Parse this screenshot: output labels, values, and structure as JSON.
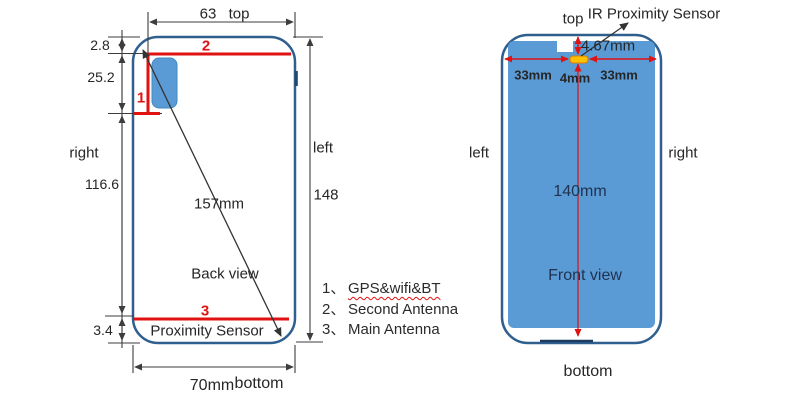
{
  "meta": {
    "title": "Phone antenna location diagram"
  },
  "colors": {
    "outline": "#2e5f8e",
    "screen_fill": "#5b9bd5",
    "accent_red": "#e01212",
    "dim_line": "#3d3d3d",
    "sensor_fill": "#ffc000"
  },
  "back_view": {
    "title": "Back view",
    "top_dim": "63",
    "top_side": "top",
    "dim_2_8": "2.8",
    "dim_25_2": "25.2",
    "side_right": "right",
    "dim_116_6": "116.6",
    "dim_3_4": "3.4",
    "diagonal_dim": "157mm",
    "side_left": "left",
    "dim_148": "148",
    "proximity_label": "Proximity Sensor",
    "bottom_dim": "70mm",
    "bottom_side": "bottom",
    "marker_1": "1",
    "marker_2": "2",
    "marker_3": "3"
  },
  "legend": {
    "items": [
      {
        "num": "1、",
        "label": "GPS&wifi&BT"
      },
      {
        "num": "2、",
        "label": "Second Antenna"
      },
      {
        "num": "3、",
        "label": "Main Antenna"
      }
    ]
  },
  "front_view": {
    "title": "Front view",
    "top_side": "top",
    "sensor_label": "IR Proximity Sensor",
    "dim_4_67": "4.67mm",
    "dim_33_left": "33mm",
    "dim_4": "4mm",
    "dim_33_right": "33mm",
    "side_left": "left",
    "side_right": "right",
    "dim_140": "140mm",
    "bottom_side": "bottom"
  }
}
